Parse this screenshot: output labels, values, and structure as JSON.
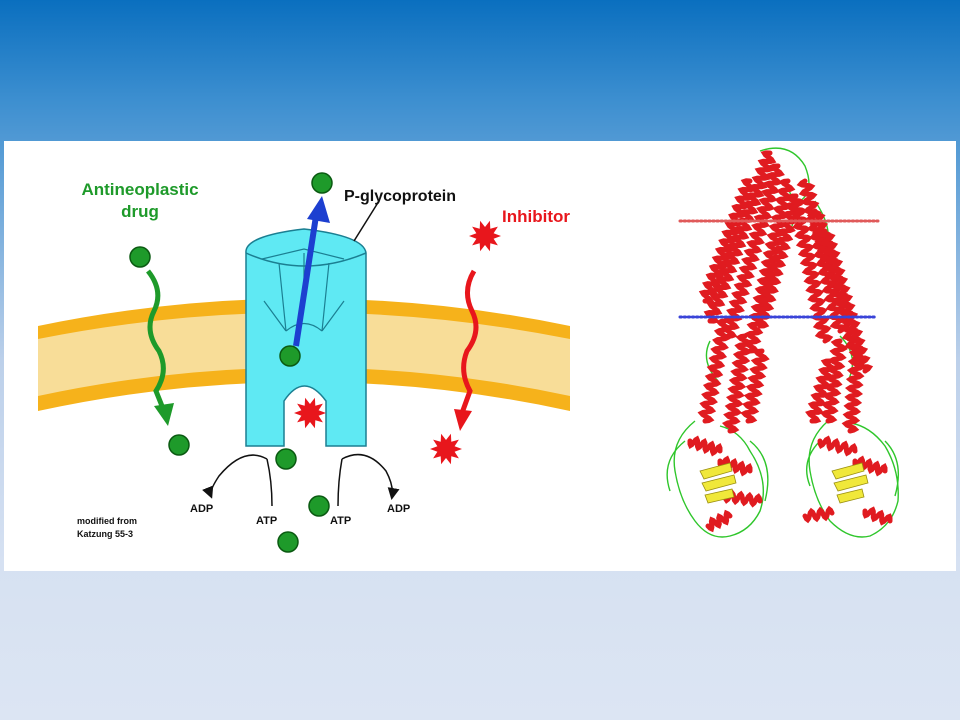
{
  "diagram": {
    "labels": {
      "drug_line1": "Antineoplastic",
      "drug_line2": "drug",
      "pgp": "P-glycoprotein",
      "inhibitor": "Inhibitor",
      "adp_left": "ADP",
      "atp_left": "ATP",
      "atp_right": "ATP",
      "adp_right": "ADP",
      "credit_line1": "modified from",
      "credit_line2": "Katzung 55-3"
    },
    "colors": {
      "drug": "#1e9a2a",
      "inhibitor": "#e8161c",
      "transporter": "#5fe9f3",
      "membrane_outer": "#f6b21b",
      "membrane_inner": "#f8dd98",
      "efflux_arrow": "#1d3fd0"
    }
  },
  "structure": {
    "colors": {
      "helix": "#e01b20",
      "coil": "#2fc62b",
      "sheet": "#f0e83a",
      "top_line": "#e05a5a",
      "bottom_line": "#3a44d8"
    }
  }
}
